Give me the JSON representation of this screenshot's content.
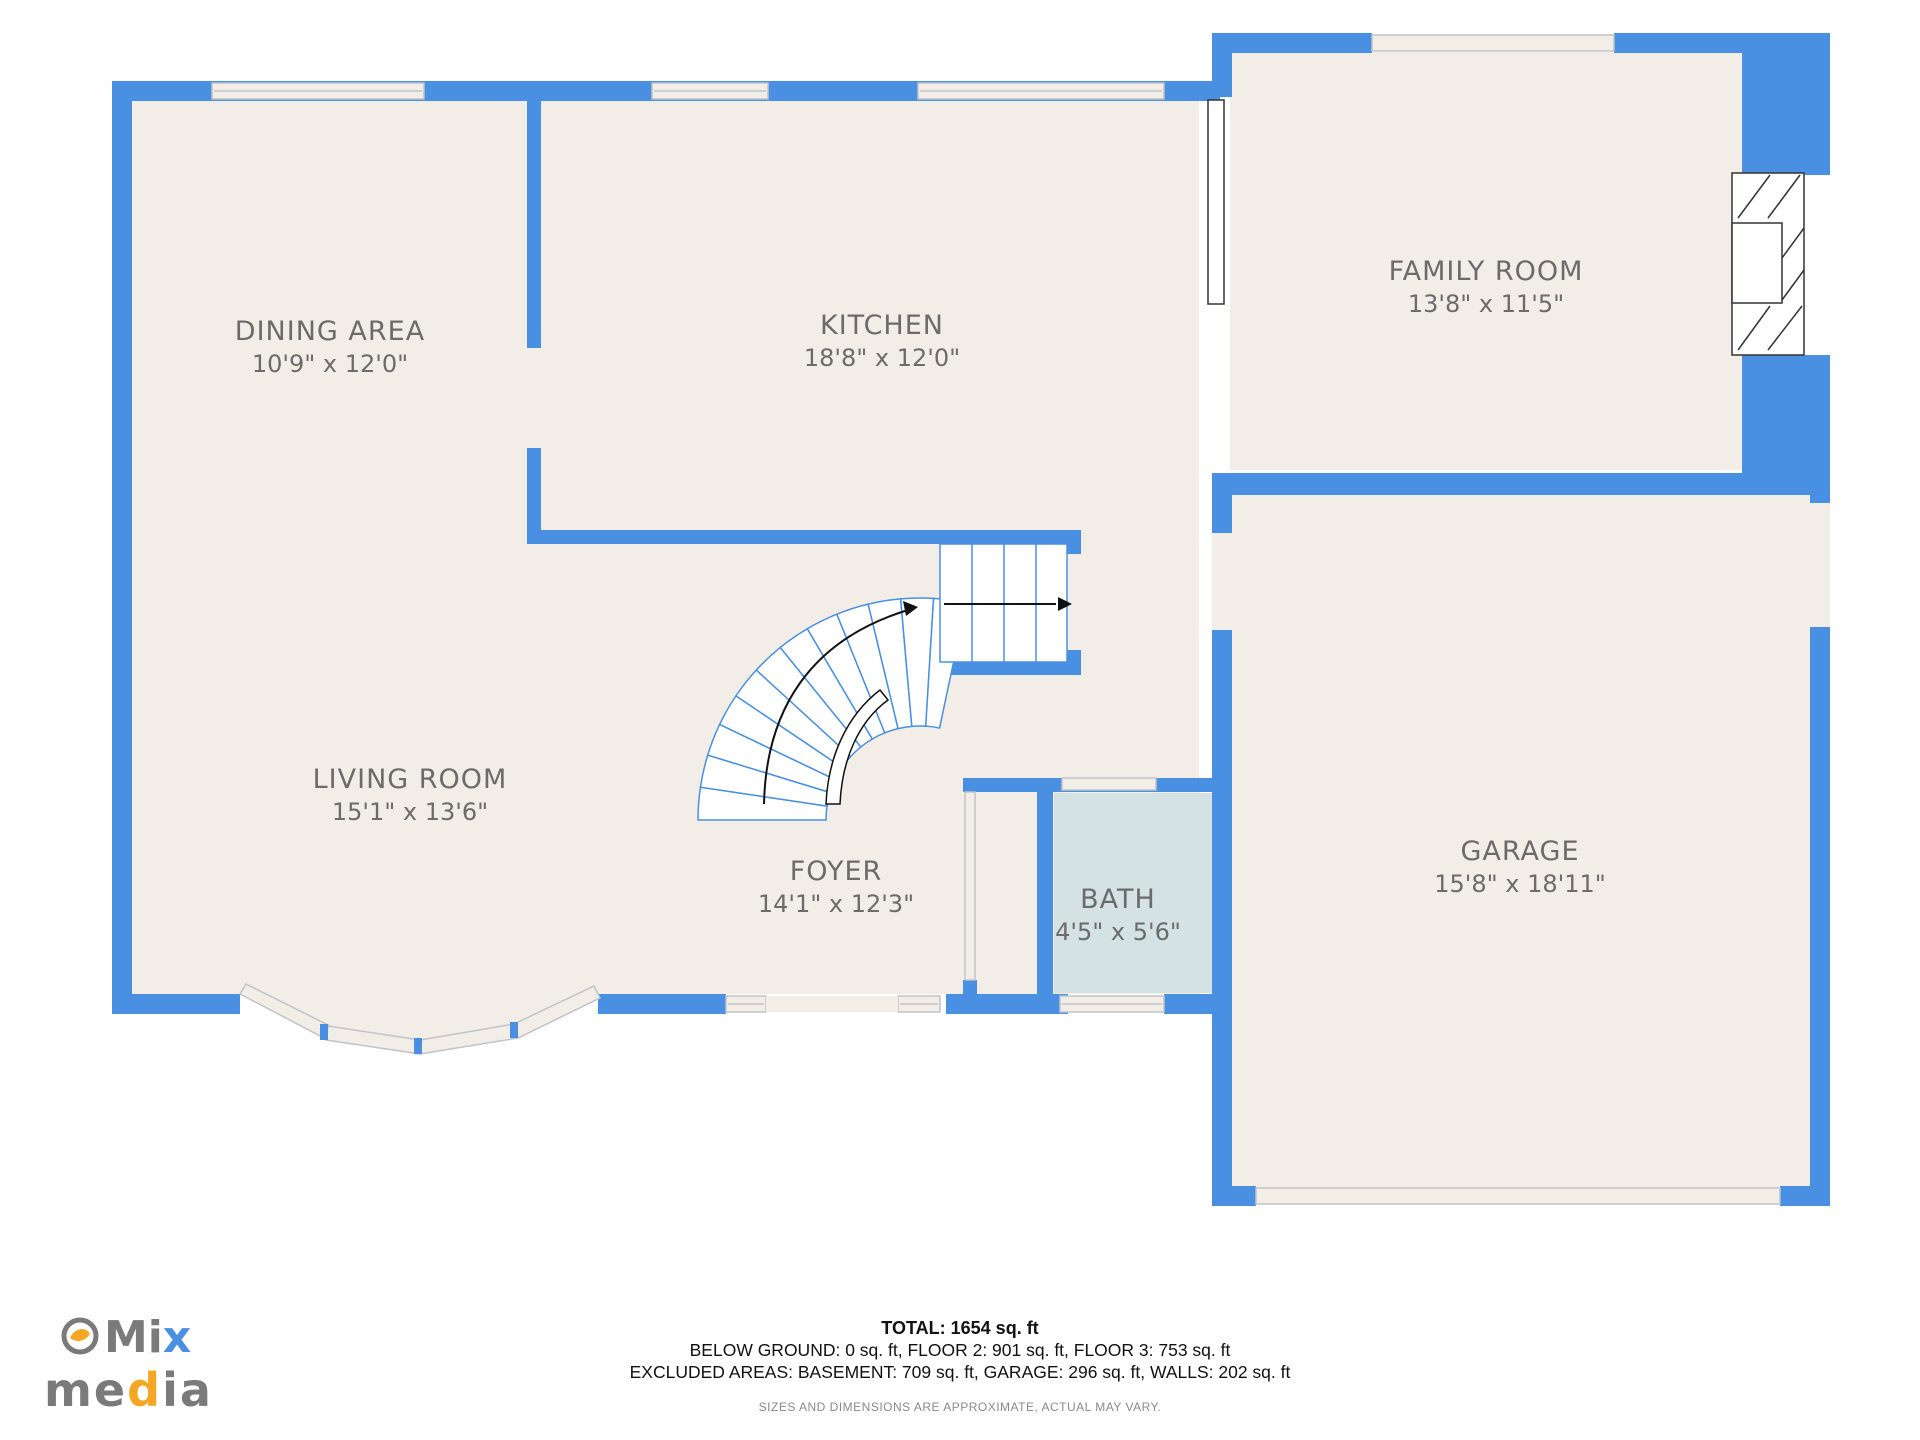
{
  "rooms": {
    "dining": {
      "name": "DINING AREA",
      "dim": "10'9\" x 12'0\""
    },
    "kitchen": {
      "name": "KITCHEN",
      "dim": "18'8\" x 12'0\""
    },
    "family": {
      "name": "FAMILY ROOM",
      "dim": "13'8\" x 11'5\""
    },
    "living": {
      "name": "LIVING ROOM",
      "dim": "15'1\" x 13'6\""
    },
    "foyer": {
      "name": "FOYER",
      "dim": "14'1\" x 12'3\""
    },
    "bath": {
      "name": "BATH",
      "dim": "4'5\" x 5'6\""
    },
    "garage": {
      "name": "GARAGE",
      "dim": "15'8\" x 18'11\""
    }
  },
  "footer": {
    "total_label": "TOTAL:",
    "total_value": "1654 sq. ft",
    "line1": "BELOW GROUND: 0 sq. ft, FLOOR 2: 901 sq. ft, FLOOR 3: 753 sq. ft",
    "line2": "EXCLUDED AREAS: BASEMENT: 709 sq. ft, GARAGE: 296 sq. ft, WALLS: 202 sq. ft",
    "disclaimer": "SIZES AND DIMENSIONS ARE APPROXIMATE, ACTUAL MAY VARY."
  },
  "logo": {
    "word1": "Mix",
    "word2": "media"
  },
  "colors": {
    "wall": "#4a90e2",
    "floor": "#f3ede8",
    "bath_floor": "#d4e2e4",
    "logo_gray": "#7a7a7a",
    "logo_orange": "#f5a623",
    "logo_blue": "#4a90e2"
  }
}
